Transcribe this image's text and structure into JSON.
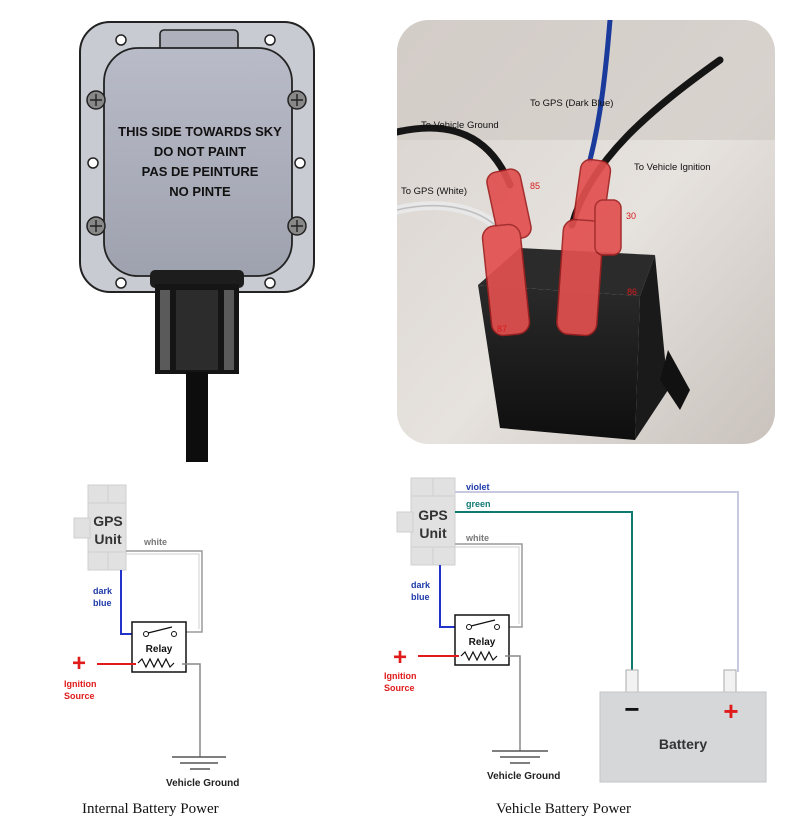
{
  "device_label": {
    "lines": [
      "THIS SIDE TOWARDS SKY",
      "DO NOT PAINT",
      "PAS DE PEINTURE",
      "NO PINTE"
    ]
  },
  "photo": {
    "labels": {
      "vehicle_ground": "To Vehicle Ground",
      "gps_dark_blue": "To GPS (Dark Blue)",
      "vehicle_ignition": "To Vehicle Ignition",
      "gps_white": "To GPS (White)",
      "pin_85": "85",
      "pin_30": "30",
      "pin_86": "86",
      "pin_87": "87"
    }
  },
  "diagram_left": {
    "gps_line1": "GPS",
    "gps_line2": "Unit",
    "white": "white",
    "dark": "dark",
    "blue": "blue",
    "relay": "Relay",
    "plus": "+",
    "ignition": "Ignition",
    "source": "Source",
    "ground": "Vehicle Ground"
  },
  "diagram_right": {
    "gps_line1": "GPS",
    "gps_line2": "Unit",
    "violet": "violet",
    "green": "green",
    "white": "white",
    "dark": "dark",
    "blue": "blue",
    "relay": "Relay",
    "plus": "+",
    "ignition": "Ignition",
    "source": "Source",
    "ground": "Vehicle Ground",
    "battery": "Battery",
    "minus": "−",
    "batt_plus": "+"
  },
  "captions": {
    "left": "Internal Battery Power",
    "right": "Vehicle Battery Power"
  },
  "colors": {
    "dark_blue_wire": "#2233cc",
    "green_wire": "#0f7a73",
    "violet_wire": "#c8c8e0",
    "white_wire": "#9a9a9a",
    "ignition_red": "#e01b1b",
    "label_blue": "#1e3aa8",
    "battery_fill": "#d6d7d8"
  }
}
